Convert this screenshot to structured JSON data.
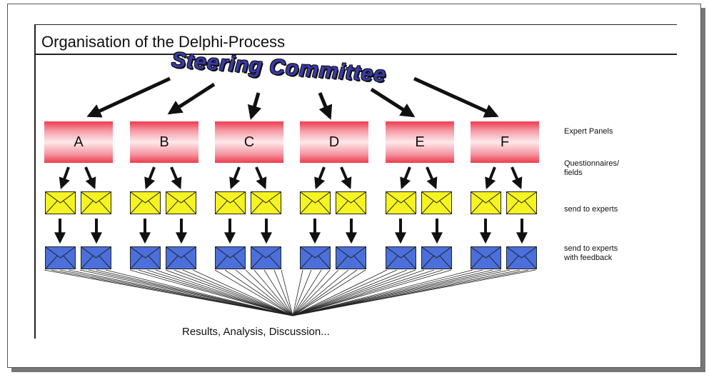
{
  "diagram": {
    "title": "Organisation of the Delphi-Process",
    "root": "Steering Committee",
    "panels": [
      "A",
      "B",
      "C",
      "D",
      "E",
      "F"
    ],
    "side_labels": {
      "expert_panels": "Expert Panels",
      "questionnaires": "Questionnaires/\nfields",
      "send_to_experts": "send to experts",
      "send_with_feedback": "send to experts\nwith feedback"
    },
    "results": "Results, Analysis, Discussion...",
    "colors": {
      "panel": "#ee3b4f",
      "envelope_first_round": "#f5f321",
      "envelope_feedback_round": "#4b6fdb",
      "steering_text": "#3a3aa8"
    }
  }
}
